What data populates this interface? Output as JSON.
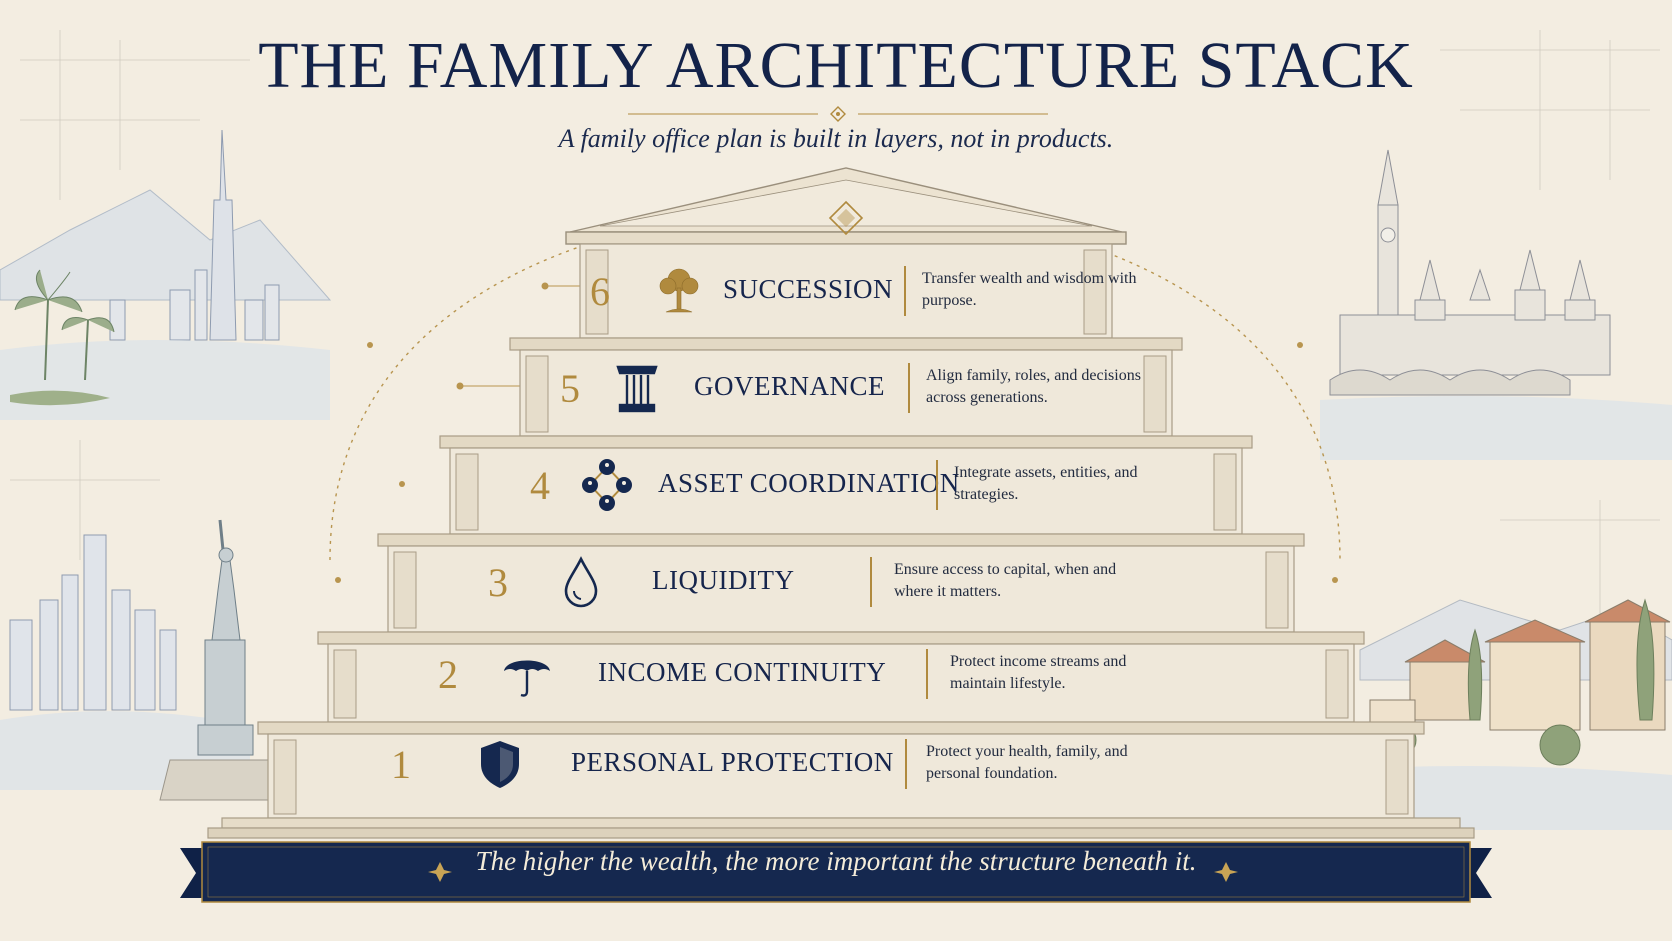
{
  "title": "THE FAMILY ARCHITECTURE STACK",
  "subtitle": "A family office plan is built in layers, not in products.",
  "layers": [
    {
      "number": "1",
      "name": "PERSONAL PROTECTION",
      "icon": "shield-icon",
      "description": "Protect your health, family, and personal foundation."
    },
    {
      "number": "2",
      "name": "INCOME CONTINUITY",
      "icon": "umbrella-icon",
      "description": "Protect income streams and maintain lifestyle."
    },
    {
      "number": "3",
      "name": "LIQUIDITY",
      "icon": "droplet-icon",
      "description": "Ensure access to capital, when and where it matters."
    },
    {
      "number": "4",
      "name": "ASSET COORDINATION",
      "icon": "network-icon",
      "description": "Integrate assets, entities, and strategies."
    },
    {
      "number": "5",
      "name": "GOVERNANCE",
      "icon": "column-icon",
      "description": "Align family, roles, and decisions across generations."
    },
    {
      "number": "6",
      "name": "SUCCESSION",
      "icon": "tree-icon",
      "description": "Transfer wealth and wisdom with purpose."
    }
  ],
  "footer": "The higher the wealth, the more important the structure beneath it.",
  "colors": {
    "navy": "#15284f",
    "gold": "#b08a3e",
    "paper": "#f3ede1",
    "stone": "#ece3d1"
  }
}
